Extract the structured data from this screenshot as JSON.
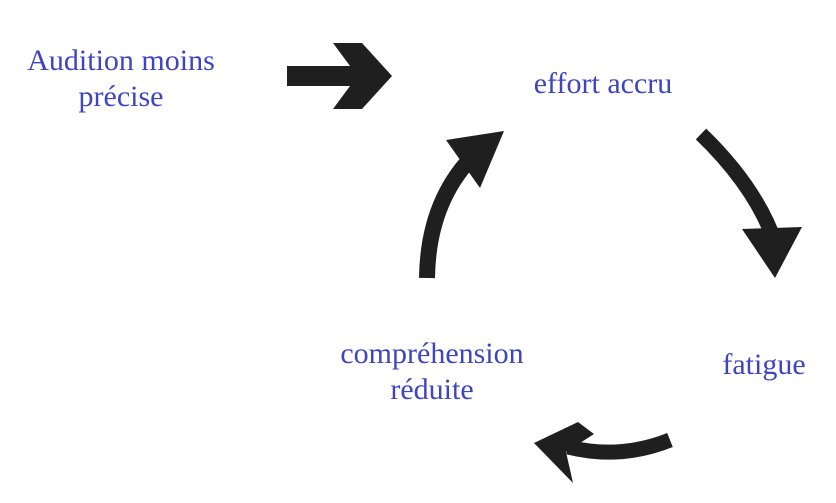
{
  "colors": {
    "text": "#3f44c1",
    "arrow": "#1f1f1f"
  },
  "nodes": {
    "audition": {
      "line1": "Audition moins",
      "line2": "précise"
    },
    "effort": {
      "line1": "effort accru"
    },
    "fatigue": {
      "line1": "fatigue"
    },
    "comprehension": {
      "line1": "compréhension",
      "line2": "réduite"
    }
  },
  "icons": {
    "entry_arrow": "right-arrow-icon",
    "cycle_arrows": [
      "curved-arrow-down-icon",
      "curved-arrow-left-icon",
      "curved-arrow-up-icon"
    ]
  }
}
